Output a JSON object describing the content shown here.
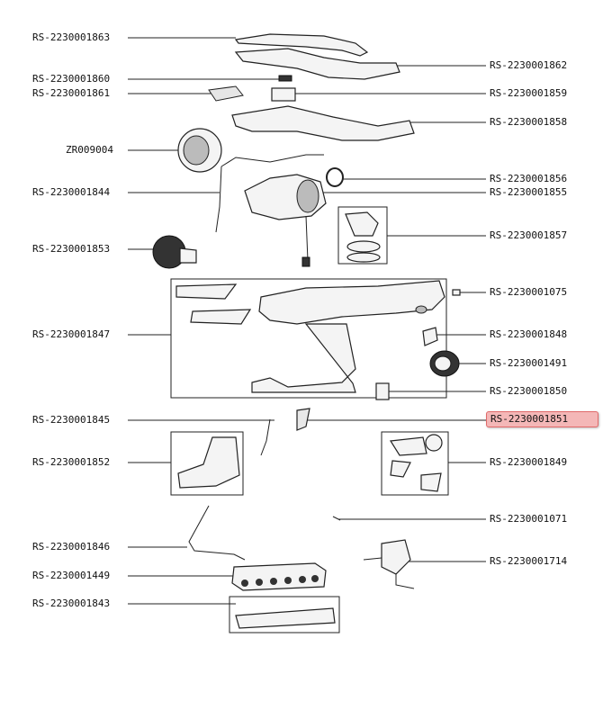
{
  "labels": {
    "l1863": "RS-2230001863",
    "l1860": "RS-2230001860",
    "l1861": "RS-2230001861",
    "lZR9004": "ZR009004",
    "l1844": "RS-2230001844",
    "l1853": "RS-2230001853",
    "l1847": "RS-2230001847",
    "l1845": "RS-2230001845",
    "l1852": "RS-2230001852",
    "l1846": "RS-2230001846",
    "l1449": "RS-2230001449",
    "l1843": "RS-2230001843",
    "l1862": "RS-2230001862",
    "l1859": "RS-2230001859",
    "l1858": "RS-2230001858",
    "l1856": "RS-2230001856",
    "l1855": "RS-2230001855",
    "l1857": "RS-2230001857",
    "l1075": "RS-2230001075",
    "l1848": "RS-2230001848",
    "l1491": "RS-2230001491",
    "l1850": "RS-2230001850",
    "l1851": "RS-2230001851",
    "l1849": "RS-2230001849",
    "l1071": "RS-2230001071",
    "l1714": "RS-2230001714"
  },
  "highlight": {
    "selected": "RS-2230001851",
    "fill": "#f4b7b7",
    "border": "#e06a6a"
  }
}
